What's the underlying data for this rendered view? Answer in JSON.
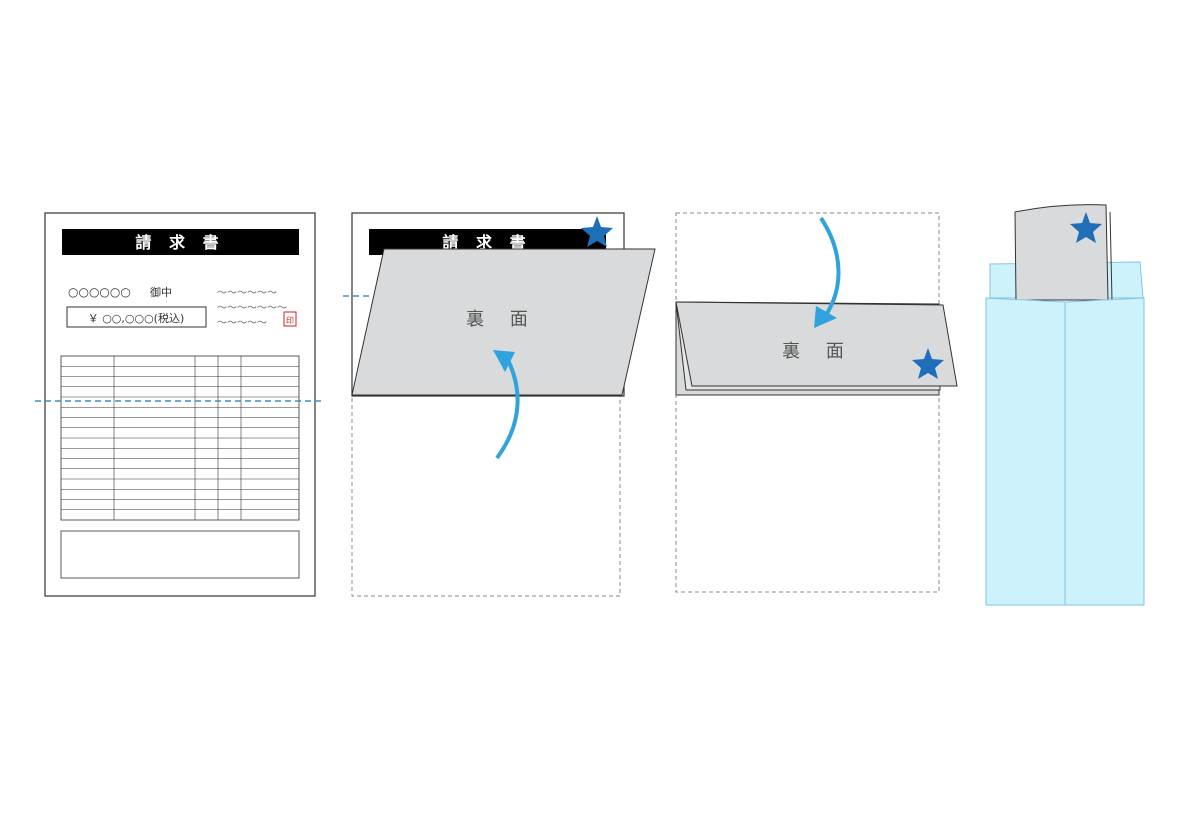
{
  "steps": [
    {
      "invoice": {
        "title": "請 求 書",
        "recipient": "○○○○○○",
        "honorific": "御中",
        "amount": "￥ ○○,○○○(税込)",
        "sender_lines": [
          "〜〜〜〜〜〜",
          "〜〜〜〜〜〜〜",
          "〜〜〜〜〜"
        ],
        "stamp": "印"
      }
    },
    {
      "title": "請 求 書",
      "back_label": "裏 面",
      "marker_icon": "star-icon"
    },
    {
      "back_label": "裏 面",
      "marker_icon": "star-icon"
    },
    {
      "marker_icon": "star-icon"
    }
  ],
  "colors": {
    "fold_line": "#3a8fc9",
    "arrow": "#2ea3dd",
    "star": "#1f6fb8",
    "paper_back": "#d9dadb",
    "envelope_fill": "#cdf2fb",
    "envelope_stroke": "#7fc6e6",
    "title_bar": "#000000",
    "stamp": "#cc2222"
  }
}
